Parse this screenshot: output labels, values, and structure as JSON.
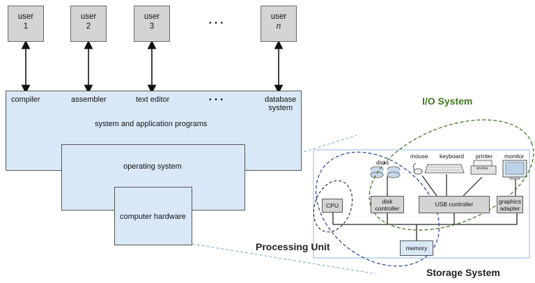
{
  "users": [
    {
      "label": "user",
      "num": "1"
    },
    {
      "label": "user",
      "num": "2"
    },
    {
      "label": "user",
      "num": "3"
    },
    {
      "label": "user",
      "num": "n"
    }
  ],
  "ellipsis": "• • •",
  "programs": {
    "compiler": "compiler",
    "assembler": "assembler",
    "text_editor": "text editor",
    "database_line1": "database",
    "database_line2": "system"
  },
  "layers": {
    "sys_app": "system and application programs",
    "os": "operating system",
    "hardware": "computer hardware"
  },
  "hardware": {
    "cpu": "CPU",
    "disk_controller_1": "disk",
    "disk_controller_2": "controller",
    "usb_controller": "USB controller",
    "graphics_1": "graphics",
    "graphics_2": "adapter",
    "memory": "memory",
    "disks": "disks",
    "mouse": "mouse",
    "keyboard": "keyboard",
    "printer": "printer",
    "printer_tag": "on-line",
    "monitor": "monitor"
  },
  "regions": {
    "io": "I/O System",
    "processing": "Processing Unit",
    "storage": "Storage System"
  },
  "colors": {
    "io": "#3f7a1e",
    "processing": "#2f4f9a",
    "layer_fill": "#d9e8f7",
    "hw_fill": "#d4d4d4"
  }
}
